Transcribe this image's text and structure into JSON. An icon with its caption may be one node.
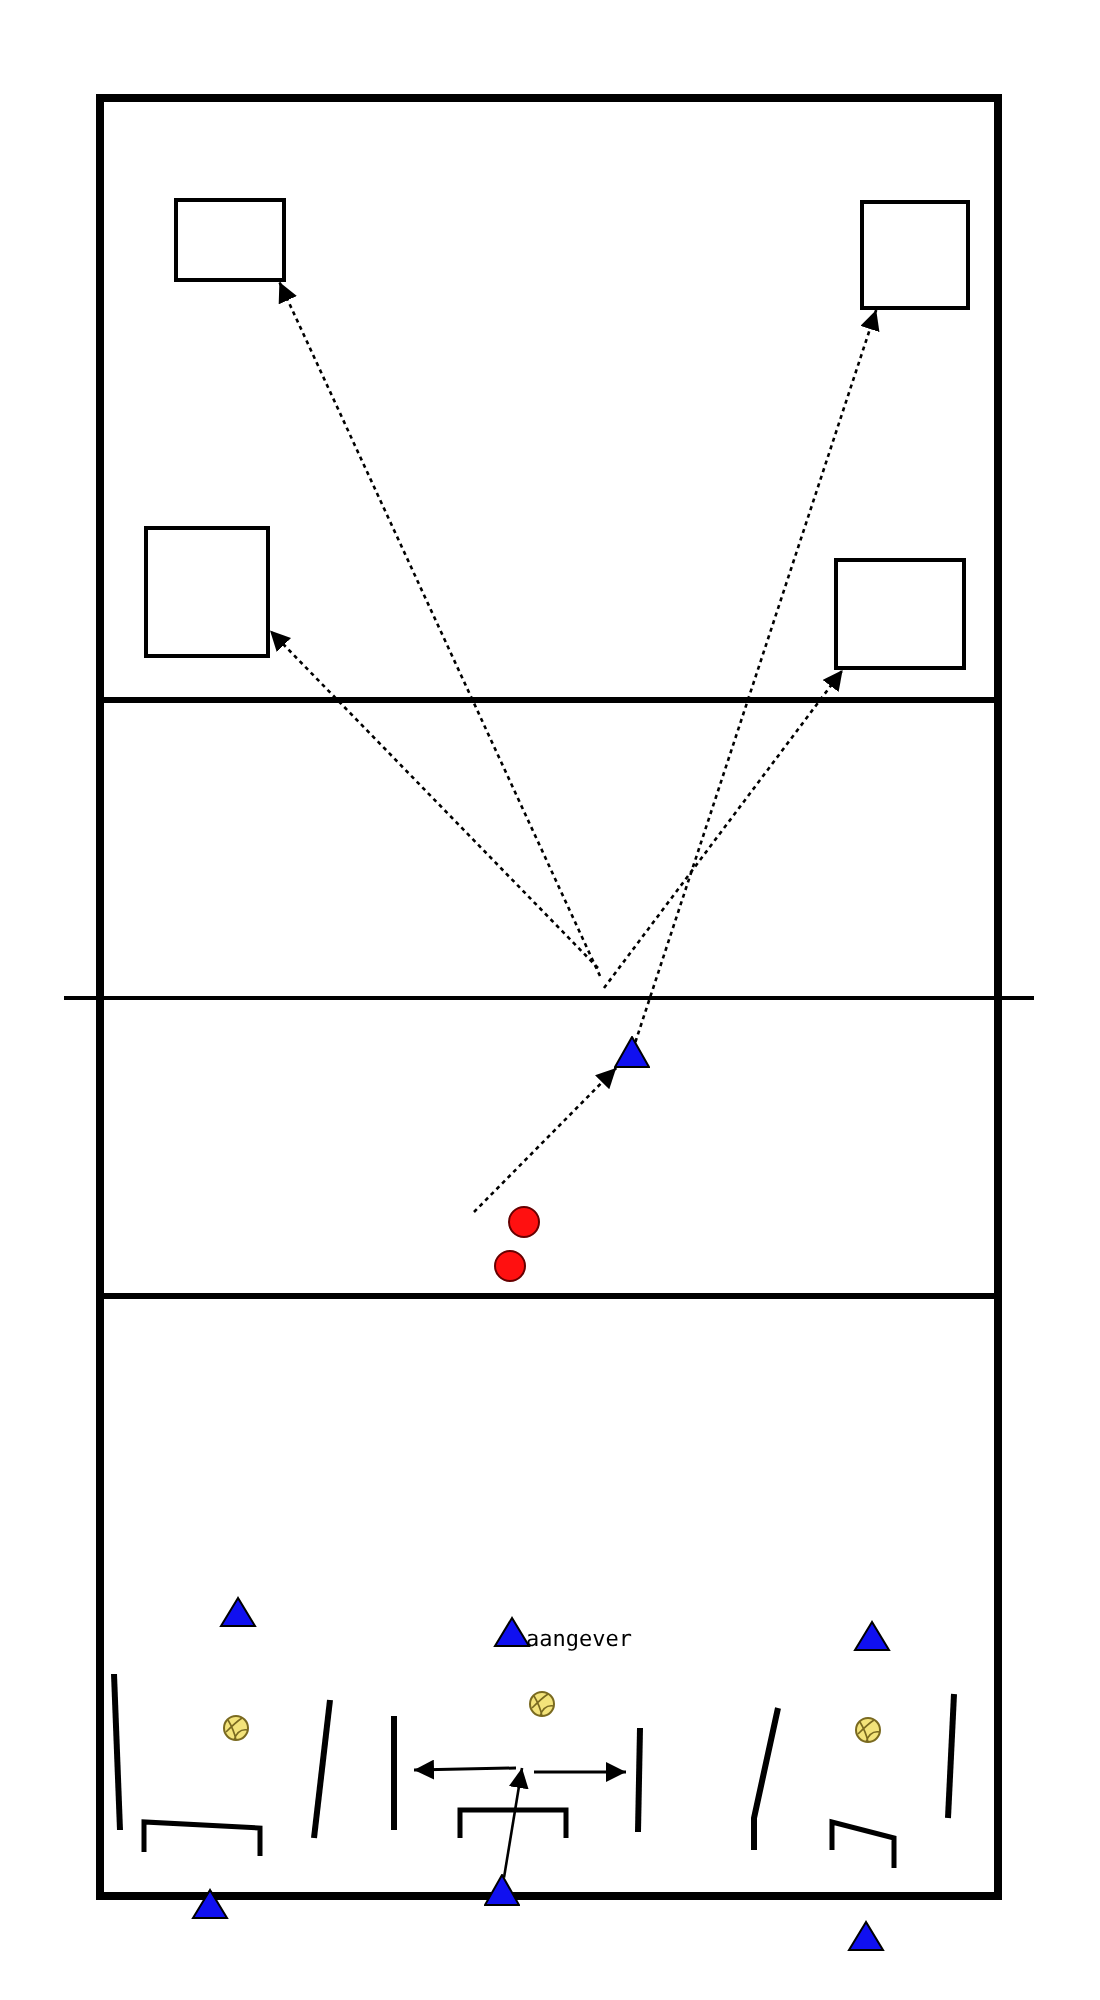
{
  "diagram": {
    "nodes": [
      {
        "text": [],
        "shape": "box"
      },
      {
        "text": [],
        "shape": "box"
      },
      {
        "text": [],
        "shape": "box"
      },
      {
        "text": [],
        "shape": "box"
      },
      {
        "text": [],
        "shape": "triangle"
      },
      {
        "text": [],
        "shape": "triangle"
      }
    ],
    "edges": [
      {
        "from": null,
        "to": 0,
        "arrow": "to",
        "style": "dashed"
      },
      {
        "from": null,
        "to": 2,
        "arrow": "to",
        "style": "dashed"
      },
      {
        "from": null,
        "to": 3,
        "arrow": "to",
        "style": "dashed"
      },
      {
        "from": 4,
        "to": 1,
        "arrow": "to",
        "style": "dashed"
      },
      {
        "from": null,
        "to": 4,
        "arrow": "to",
        "style": "dashed"
      },
      {
        "from": 5,
        "to": null,
        "arrow": "to"
      }
    ],
    "labels": [
      "aangever"
    ]
  }
}
